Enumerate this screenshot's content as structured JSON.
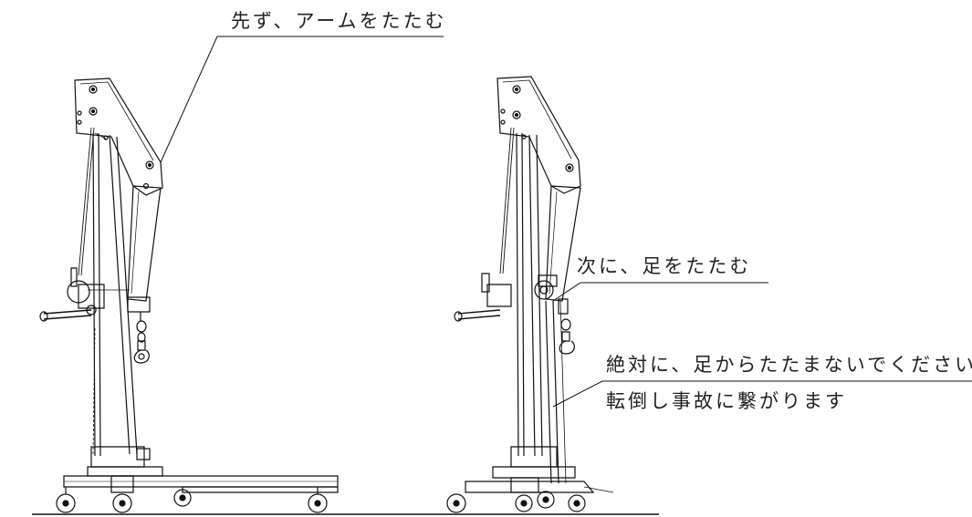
{
  "annotations": {
    "fold_arm_first": "先ず、アームをたたむ",
    "then_fold_legs": "次に、足をたたむ",
    "never_legs_first": "絶対に、足からたたまないでください",
    "overturn_accident": "転倒し事故に繋がります"
  }
}
